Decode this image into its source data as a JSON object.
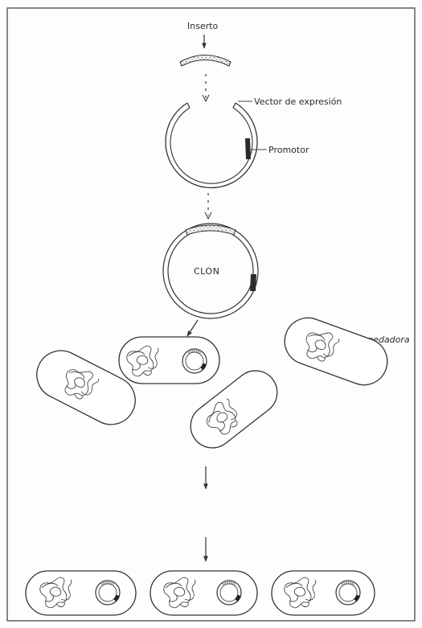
{
  "labels": {
    "insert": "Inserto",
    "vector": "Vector de expresión",
    "promoter": "Promotor",
    "clone": "CLON",
    "host_cell": "Célula hospedadora"
  },
  "colors": {
    "frame": "#6a6a6a",
    "ink": "#333333",
    "promoter_fill": "#2b2b2b",
    "insert_fill": "#e9e9e9"
  }
}
